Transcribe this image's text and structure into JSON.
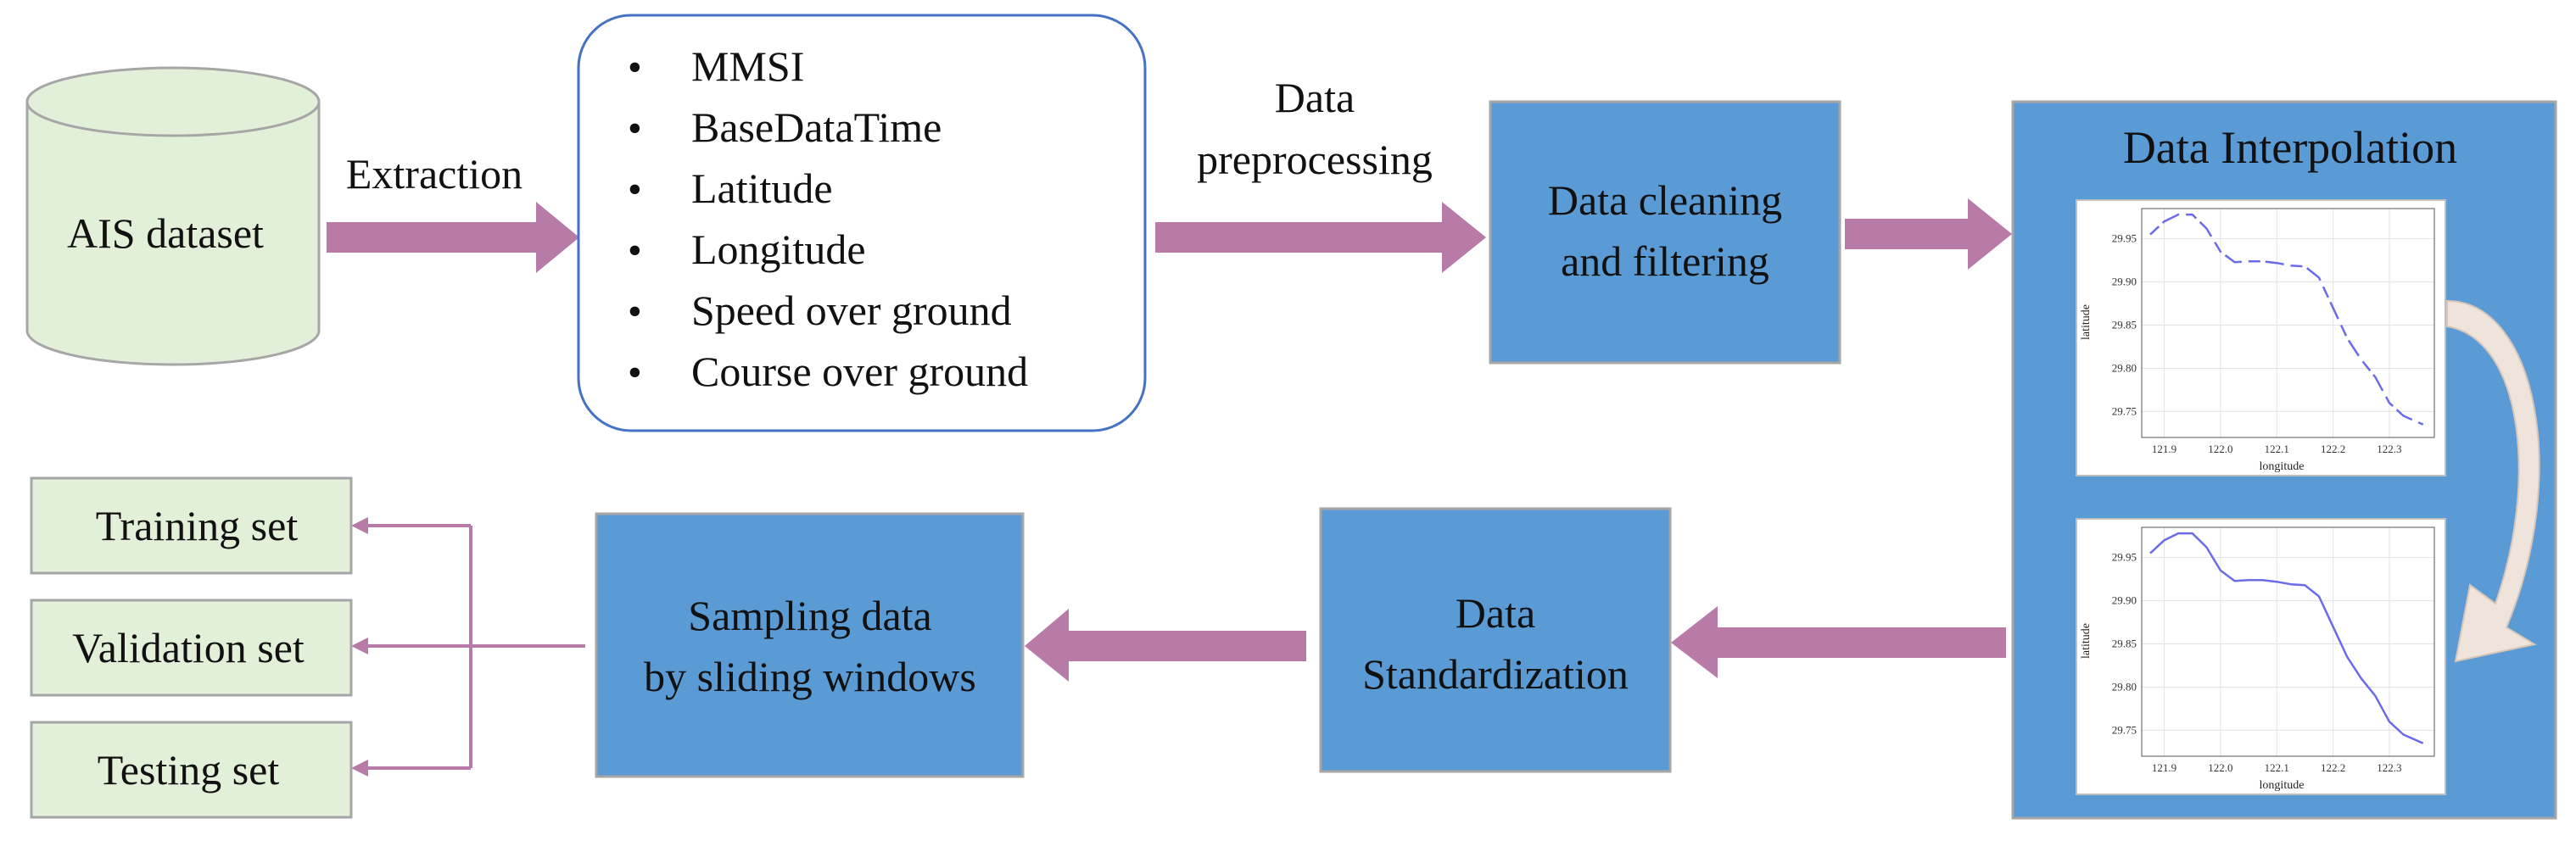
{
  "colors": {
    "arrow": "#b87aa6",
    "box_blue": "#5b9bd5",
    "box_green": "#e2efd9",
    "cylinder": "#e2efd9",
    "list_border": "#4472c4",
    "curved_arrow": "#efe4dc",
    "plot_line": "#6b6bea"
  },
  "dataset": {
    "label": "AIS dataset"
  },
  "extraction": {
    "label": "Extraction"
  },
  "fields": {
    "bullet": "•",
    "items": [
      "MMSI",
      "BaseDataTime",
      "Latitude",
      "Longitude",
      "Speed over ground",
      "Course over ground"
    ]
  },
  "preprocessing": {
    "line1": "Data",
    "line2": "preprocessing"
  },
  "cleaning": {
    "line1": "Data cleaning",
    "line2": "and filtering"
  },
  "interpolation": {
    "title": "Data Interpolation",
    "plot_top": {
      "ylabel": "latitude",
      "xlabel": "longitude",
      "xticks": [
        "121.9",
        "122.0",
        "122.1",
        "122.2",
        "122.3"
      ],
      "yticks": [
        "29.95",
        "29.90",
        "29.85",
        "29.80",
        "29.75"
      ]
    },
    "plot_bottom": {
      "ylabel": "latitude",
      "xlabel": "longitude",
      "xticks": [
        "121.9",
        "122.0",
        "122.1",
        "122.2",
        "122.3"
      ],
      "yticks": [
        "29.95",
        "29.90",
        "29.85",
        "29.80",
        "29.75"
      ]
    }
  },
  "chart_data": [
    {
      "type": "line",
      "style": "dashed (gaps, before interpolation)",
      "xlabel": "longitude",
      "ylabel": "latitude",
      "xlim": [
        121.86,
        122.38
      ],
      "ylim": [
        29.72,
        29.985
      ],
      "x": [
        121.875,
        121.9,
        121.925,
        121.95,
        121.975,
        122.0,
        122.025,
        122.05,
        122.075,
        122.1,
        122.125,
        122.15,
        122.175,
        122.2,
        122.225,
        122.25,
        122.275,
        122.3,
        122.325,
        122.36
      ],
      "y": [
        29.955,
        29.97,
        29.978,
        29.978,
        29.962,
        29.935,
        29.923,
        29.924,
        29.924,
        29.922,
        29.919,
        29.918,
        29.905,
        29.87,
        29.835,
        29.81,
        29.79,
        29.76,
        29.745,
        29.735
      ]
    },
    {
      "type": "line",
      "style": "solid (after interpolation)",
      "xlabel": "longitude",
      "ylabel": "latitude",
      "xlim": [
        121.86,
        122.38
      ],
      "ylim": [
        29.72,
        29.985
      ],
      "x": [
        121.875,
        121.9,
        121.925,
        121.95,
        121.975,
        122.0,
        122.025,
        122.05,
        122.075,
        122.1,
        122.125,
        122.15,
        122.175,
        122.2,
        122.225,
        122.25,
        122.275,
        122.3,
        122.325,
        122.36
      ],
      "y": [
        29.955,
        29.97,
        29.978,
        29.978,
        29.962,
        29.935,
        29.923,
        29.924,
        29.924,
        29.922,
        29.919,
        29.918,
        29.905,
        29.87,
        29.835,
        29.81,
        29.79,
        29.76,
        29.745,
        29.735
      ]
    }
  ],
  "standardization": {
    "line1": "Data",
    "line2": "Standardization"
  },
  "sampling": {
    "line1": "Sampling data",
    "line2": "by sliding windows"
  },
  "splits": [
    "Training set",
    "Validation set",
    "Testing set"
  ]
}
